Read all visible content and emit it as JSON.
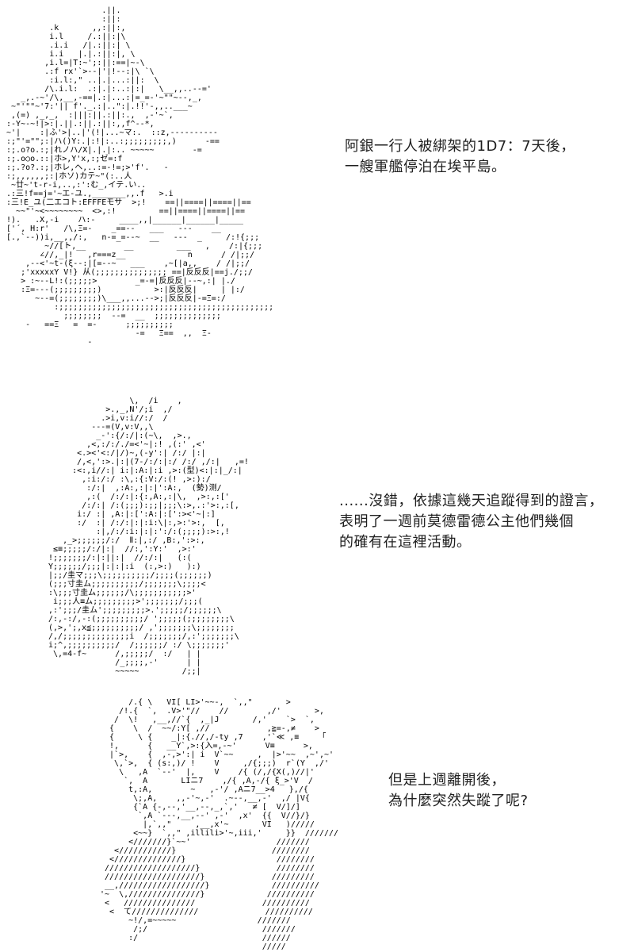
{
  "page": {
    "background": "#ffffff",
    "ink_color": "#000000",
    "text_color": "#1f1f1f"
  },
  "panels": [
    {
      "id": "warship-scene",
      "art": [
        "                     .||.",
        "                     :||:",
        "          .k       ,,:||:,",
        "          i.l     /.:||:|\\",
        "          .i.i   /|.:||:| \\",
        "          i.i   |.|.:||:|, \\",
        "         ,i.l=|T:~';:||:==|~-\\",
        "         .:f rx'`>--|'|!--:|\\ `\\",
        "          :i.l:,\" ..|.|...:||:  \\",
        "         /\\.i.l:  .:|.|:..:|:|   \\__,,..--='",
        "    _,.-~'/\\,__,-==|.:|...:|=_=-'~\"\"~--,_,",
        "  ~\"'\"\"~'7:'|| f'._.:|..\":|.!!'-,,..___~",
        "  ,(=) ,_,_,  :|||:||.:||:.,  ,-'~`,",
        " :-Y~-~!|>:|.||.:||.:||:,,f^--*,",
        " ~'|    :|ふ'>|..|'(!|...~マ:.  ::z,----------",
        " :;\"'=\"\";:|ハ()Y:.|:!|:..:;;;;;;;;;,)      -==",
        " :;.o?o.:;|れノハ/X|.|.|:.. ~~~~~        -=",
        " :;.o○o.::|ホ>,Y'x,:;ゼ=:f",
        " :;.?o?.:;|ホレ,ヘ,..:=-!=;>'f'.   -",
        " :;,,,,,,;:|ホソ)カテ~\"(:..人",
        "  ~廿~'t-r-i,..,:':む_,イテ.い..",
        " .:三!f==j='~エ-ユ.,_______,,.f   >.i",
        " :三!E_ユ(二エコト:EFFFEモサ  >;!    ==||====||====||==",
        "   ~~\"'~<~~~~~~~~  <>,:!         ==||====||====||==",
        " !).   .X,-i    ハ:-     ____,,|______|______|_____",
        " ['´, H:r'   /\\,Ξ=-    _==--   ___   ---    __",
        " [.,`--))i,__,,/:,   n-=_=--~  __   ---  _     /:!{;;;",
        "         ~//[ト,__        __         ___   ,    /:|{;;;",
        "        ∠//,_|!   ,r===z__             n      / /|;;/",
        "     ,--<'~t-(ξ--:|[=--~   ___    ,~[|a,,    / /|;;/",
        "    ;'xxxxxY V!} 从(;;;;;;;;;;;;;;; ==|反反反|==j./;;/",
        "    > :~--L!:(;;;;;>        _=-=|反反反|--~,:| |./",
        "    :Ξ=---(;;;;;;;;;)           >:|反反反|     | |:/",
        "       ~--=(;;;;;;;;)\\___,,...-->;|反反反|-=Ξ=:/",
        "           :;;;;;;;;;;;;;;;;;;;;;;;;;;;;;;;;;;;;;;;;;;;;;",
        "             ;;;;;;;;  --=  __  ;;;;;;;;;;;;;;",
        "     -   ==Ξ   =  =-      ;;;;;;;;;;",
        "                            -=   Ξ==  ,,  Ξ-",
        "                  -"
      ],
      "caption": [
        "阿銀一行人被綁架的1D7：7天後，",
        "一艘軍艦停泊在埃平島。"
      ]
    },
    {
      "id": "knight-character",
      "art": [
        "                  \\,  /i    ,",
        "             >.,_,N'/;i  ,/",
        "            .>i,v:i//:/  /",
        "          ---=(V,v:V,,\\",
        "           _-':{/:/|:(~\\,  ,>.,",
        "         ,<,:/:/./=<'~|:! ,(:' ,<'",
        "       <.><'<:/|/)~,(-y':| /:/ |:|",
        "       /,<,':>.|:|(7-/:/:|:/ /:/ ,/:|   ,=!",
        "      :<:,i//:| i:|:A:|:i ,>:(型)<:|:|_/:|",
        "        ,:i:/:/ :\\,:{:V:/:(! ,>:):/",
        "         :/:|  ,:A:,:|:|':A:,  (勢)测/",
        "         ,:(  /:/:|:{:,A:,:|\\,  ,>:,:['",
        "        /:/:| /:(;;;):;;|;;;\\:>,.:'>:,:[,",
        "       i:/ :| ,A:|:[':A:|:[':><'~|:]",
        "       :/  :| /:/:|:|:i:\\|:,>:'>:,  [,",
        "           :|,/:/:i:|:|:':/:(;;;;):>:,!",
        "    ,_>;;;;;;/:/  Ⅱ:|,:/ ,B:,':>:,",
        "  ≤≡;;;;;/:/|:|  //:,':Y:'  ,>:'",
        " !;;;;;;;/:|:||:|  //:/:|   (:(",
        " Y;;;;;;/;;;|:|:|:i  (:,>:)   ):)",
        " |;;/圭マ;;;\\;;;;;;;;;;/;;;;(;;;;;;)",
        " (;;;寸圭ム;;;;;;;;;;/;;;;;;;\\;;;;<",
        " :\\;;;寸圭ム;;;;;;/\\;;;;;;;;;;;>'",
        "  i;;;人≡ム;;;;;;;;;>';;;;;;;/;;;(",
        " ,:';;;/圭ム';;;;;;;;;>.';;;;;/;;;;;;\\",
        " /:,-:/,-:(;;;;;;;;;;/ ';;;;;(;;;;;;;;;\\",
        " (,>,';,x≦;;;;;;;;;;/ ,';;;;;;;\\;;;;;;;;",
        " /,/;;;;;;;;;;;;;;i  /;;;;;;;/,:';;;;;;;\\",
        " i;^,;;;;;;;;;;/  /;;;;;;/ :/ \\;;;;;;;'",
        "  \\,=4-f~      /,;;;;;/  :/   | |",
        "               /_;;;;,-'      | |",
        "               ~~~~~         /;;|"
      ],
      "caption": [
        "......沒錯，依據這幾天追蹤得到的證言，",
        "表明了一週前莫德雷德公主他們幾個",
        "的確有在這裡活動。"
      ]
    },
    {
      "id": "closeup-character",
      "art": [
        "      /.{ \\   VI[ LI>'~~-,  `,,\"       >",
        "    /!.{  `,  .V>'\"//    //        ,/'       >,",
        "   /  \\!   ,__,//`{  ,_|J       /,'    `>  `,",
        "  {    \\  /  ~~/:Y[ ,//            ,≧=-,≠    >",
        "  {     \\ {    _|:{.//,/-ty ,7    ,'`≪ ,≡    「",
        "  !,      {   __Y`,>:{入=,-~'      V≡      >,",
        "  |`>,    {  ,-,>':| i  V`~~     ,  |>'~~  ,~',~'",
        "   \\,`>,  { (s:,)/ !    V     ,/{;;;)  r`(Y  ,/'",
        "    \\   ,A  `--'  |,    V    /{ (/,/{X(,)//|'",
        "     `,  A       LIニ7    ,/{ ,A,-/{ ξ_>'V  /",
        "      t,:A,        ~   ,-'/ ,Aニ7__>4   },/{",
        "       \\;,A,    ,,-'~,-'  .~--,__,-'  ,/ |V{",
        "       {`A {-,--,'__,--,_,`,'   ≠ [  V/]/]",
        "        `,A `---,__,--' ,-'  ,x'  {{  V//}/}",
        "         |,`,,\"     ,__,x'~       VI   )/////",
        "       <~~}  `,,\" ,illili>'~,iii,'     }}  ///////",
        "      <///////}`~~'                  ///////",
        "   <///////////}                    ////////",
        "  <//////////////}                   ////////",
        " ///////////////////}                ////////",
        " ////////////////////}              /////////",
        " __,//////////////////}             //////////",
        "'~  \\,///////////////}             //////////",
        " <   ///////////////              //////////",
        "  <  て//////////////              //////////",
        "      ~!/,=~~~~~                 ///////",
        "       /;/                        ///////",
        "      :/                          //////",
        "                                  /////"
      ],
      "caption": [
        "但是上週離開後，",
        "為什麼突然失蹤了呢?"
      ]
    }
  ]
}
